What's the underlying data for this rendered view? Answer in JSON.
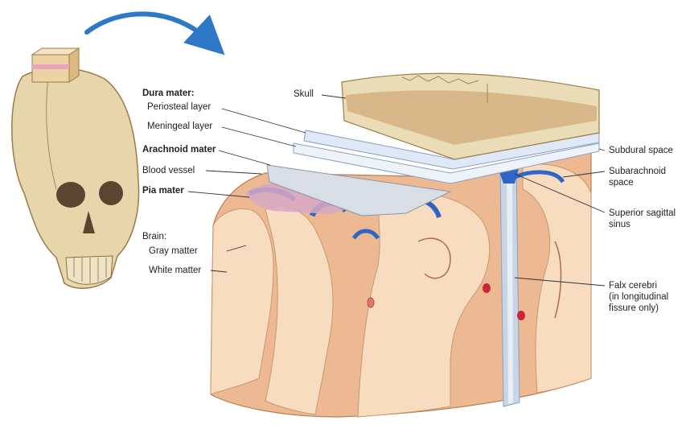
{
  "colors": {
    "skull": "#eadcb6",
    "bone_dark": "#b98f55",
    "dura": "#dfe8f6",
    "arachnoid": "#d8dde6",
    "pia": "#d7a8c4",
    "gray_matter": "#ecb992",
    "white_matter": "#f7dcc0",
    "vessel_blue": "#2e66c6",
    "vessel_red": "#c8263a",
    "arrow": "#2d79c8"
  },
  "labels": {
    "dura_mater": "Dura mater:",
    "periosteal_layer": "Periosteal layer",
    "meningeal_layer": "Meningeal layer",
    "arachnoid_mater": "Arachnoid mater",
    "blood_vessel": "Blood vessel",
    "pia_mater": "Pia mater",
    "brain": "Brain:",
    "gray_matter": "Gray matter",
    "white_matter": "White matter",
    "skull": "Skull",
    "subdural_space": "Subdural space",
    "subarachnoid_space_1": "Subarachnoid",
    "subarachnoid_space_2": "space",
    "superior_sagittal_sinus_1": "Superior sagittal",
    "superior_sagittal_sinus_2": "sinus",
    "falx_cerebri_1": "Falx cerebri",
    "falx_cerebri_2": "(in longitudinal",
    "falx_cerebri_3": "fissure only)"
  },
  "icons": [
    "skull-icon",
    "curved-arrow-icon"
  ]
}
